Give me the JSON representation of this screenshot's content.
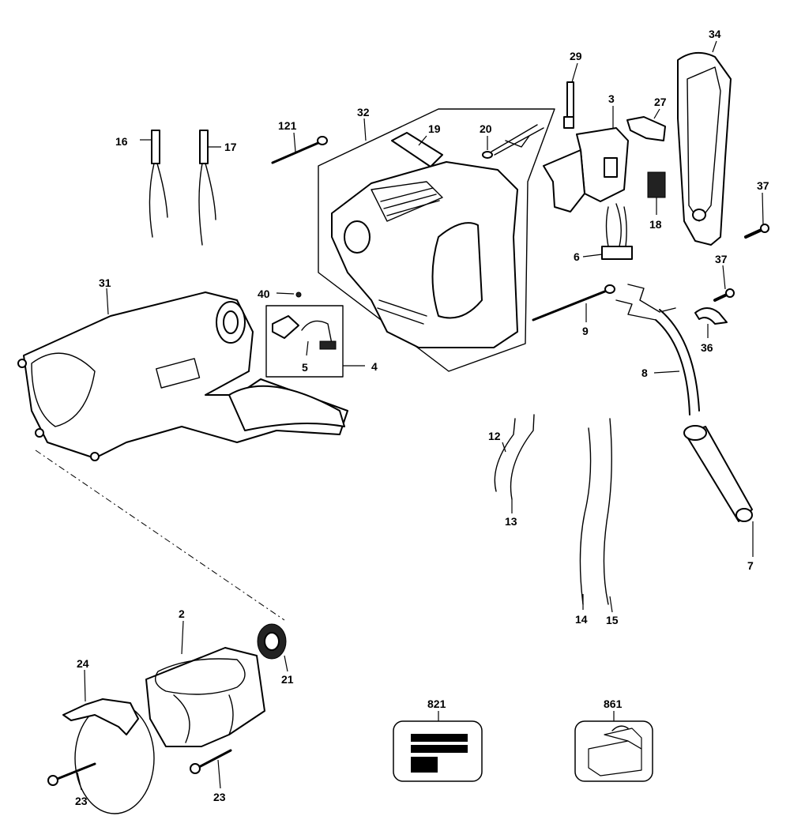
{
  "callouts": {
    "p16": "16",
    "p17": "17",
    "p121": "121",
    "p32": "32",
    "p19": "19",
    "p20": "20",
    "p29": "29",
    "p3": "3",
    "p27": "27",
    "p34": "34",
    "p37a": "37",
    "p18": "18",
    "p6": "6",
    "p37b": "37",
    "p36": "36",
    "p31": "31",
    "p40": "40",
    "p9": "9",
    "p5": "5",
    "p4": "4",
    "p8": "8",
    "p12": "12",
    "p13": "13",
    "p14": "14",
    "p15": "15",
    "p7": "7",
    "p2": "2",
    "p24": "24",
    "p21": "21",
    "p23a": "23",
    "p23b": "23",
    "p821": "821",
    "p861": "861"
  },
  "parts": {
    "brush_lead_left": "16",
    "brush_lead_right": "17",
    "long_screw_top": "121",
    "housing_half": "32",
    "name_plate": "19",
    "brush_clip": "20",
    "switch_pin": "29",
    "switch": "3",
    "switch_lever": "27",
    "handle_cover": "34",
    "suppressor": "18",
    "brush_holder": "6",
    "long_screw": "9",
    "cable_clamp": "36",
    "power_cable": "8",
    "cable_sleeve": "7",
    "wires_short": [
      "12",
      "13"
    ],
    "wires_long": [
      "14",
      "15"
    ],
    "gear_housing": "31",
    "small_screw": "40",
    "brush_assembly_kit": "4",
    "carbon_brush": "5",
    "field": "2",
    "baffle": "24",
    "bearing": "21",
    "screws_bottom": [
      "23",
      "23"
    ],
    "label_kit": "821",
    "carry_case": "861"
  }
}
